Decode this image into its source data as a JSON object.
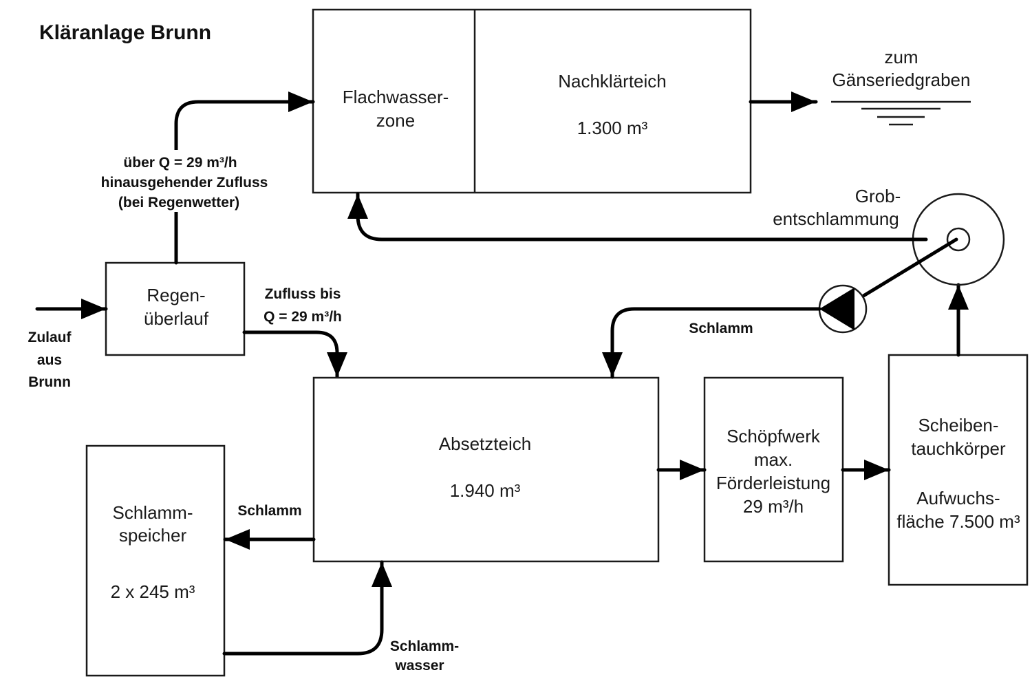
{
  "title": "Kläranlage Brunn",
  "nodes": {
    "flachwasserzone": {
      "lines": [
        "Flachwasser-",
        "zone"
      ]
    },
    "nachklaerteich": {
      "lines": [
        "Nachklärteich",
        "1.300 m³"
      ]
    },
    "regenueberlauf": {
      "lines": [
        "Regen-",
        "überlauf"
      ]
    },
    "absetzteich": {
      "lines": [
        "Absetzteich",
        "1.940 m³"
      ]
    },
    "schoepfwerk": {
      "lines": [
        "Schöpfwerk",
        "max.",
        "Förderleistung",
        "29 m³/h"
      ]
    },
    "scheibentauchkoerper": {
      "lines": [
        "Scheiben-",
        "tauchkörper",
        "Aufwuchs-",
        "fläche 7.500 m³"
      ]
    },
    "schlammspeicher": {
      "lines": [
        "Schlamm-",
        "speicher",
        "2 x 245 m³"
      ]
    },
    "grobentschlammung": {
      "lines": [
        "Grob-",
        "entschlammung"
      ]
    },
    "gaenseriedgraben": {
      "lines": [
        "zum",
        "Gänseriedgraben"
      ]
    }
  },
  "edge_labels": {
    "overflow": [
      "über Q = 29 m³/h",
      "hinausgehender Zufluss",
      "(bei Regenwetter)"
    ],
    "zulauf": [
      "Zulauf",
      "aus",
      "Brunn"
    ],
    "zufluss": [
      "Zufluss bis",
      "Q = 29 m³/h"
    ],
    "schlamm_pump": "Schlamm",
    "schlamm_speicher": "Schlamm",
    "schlammwasser": [
      "Schlamm-",
      "wasser"
    ]
  }
}
